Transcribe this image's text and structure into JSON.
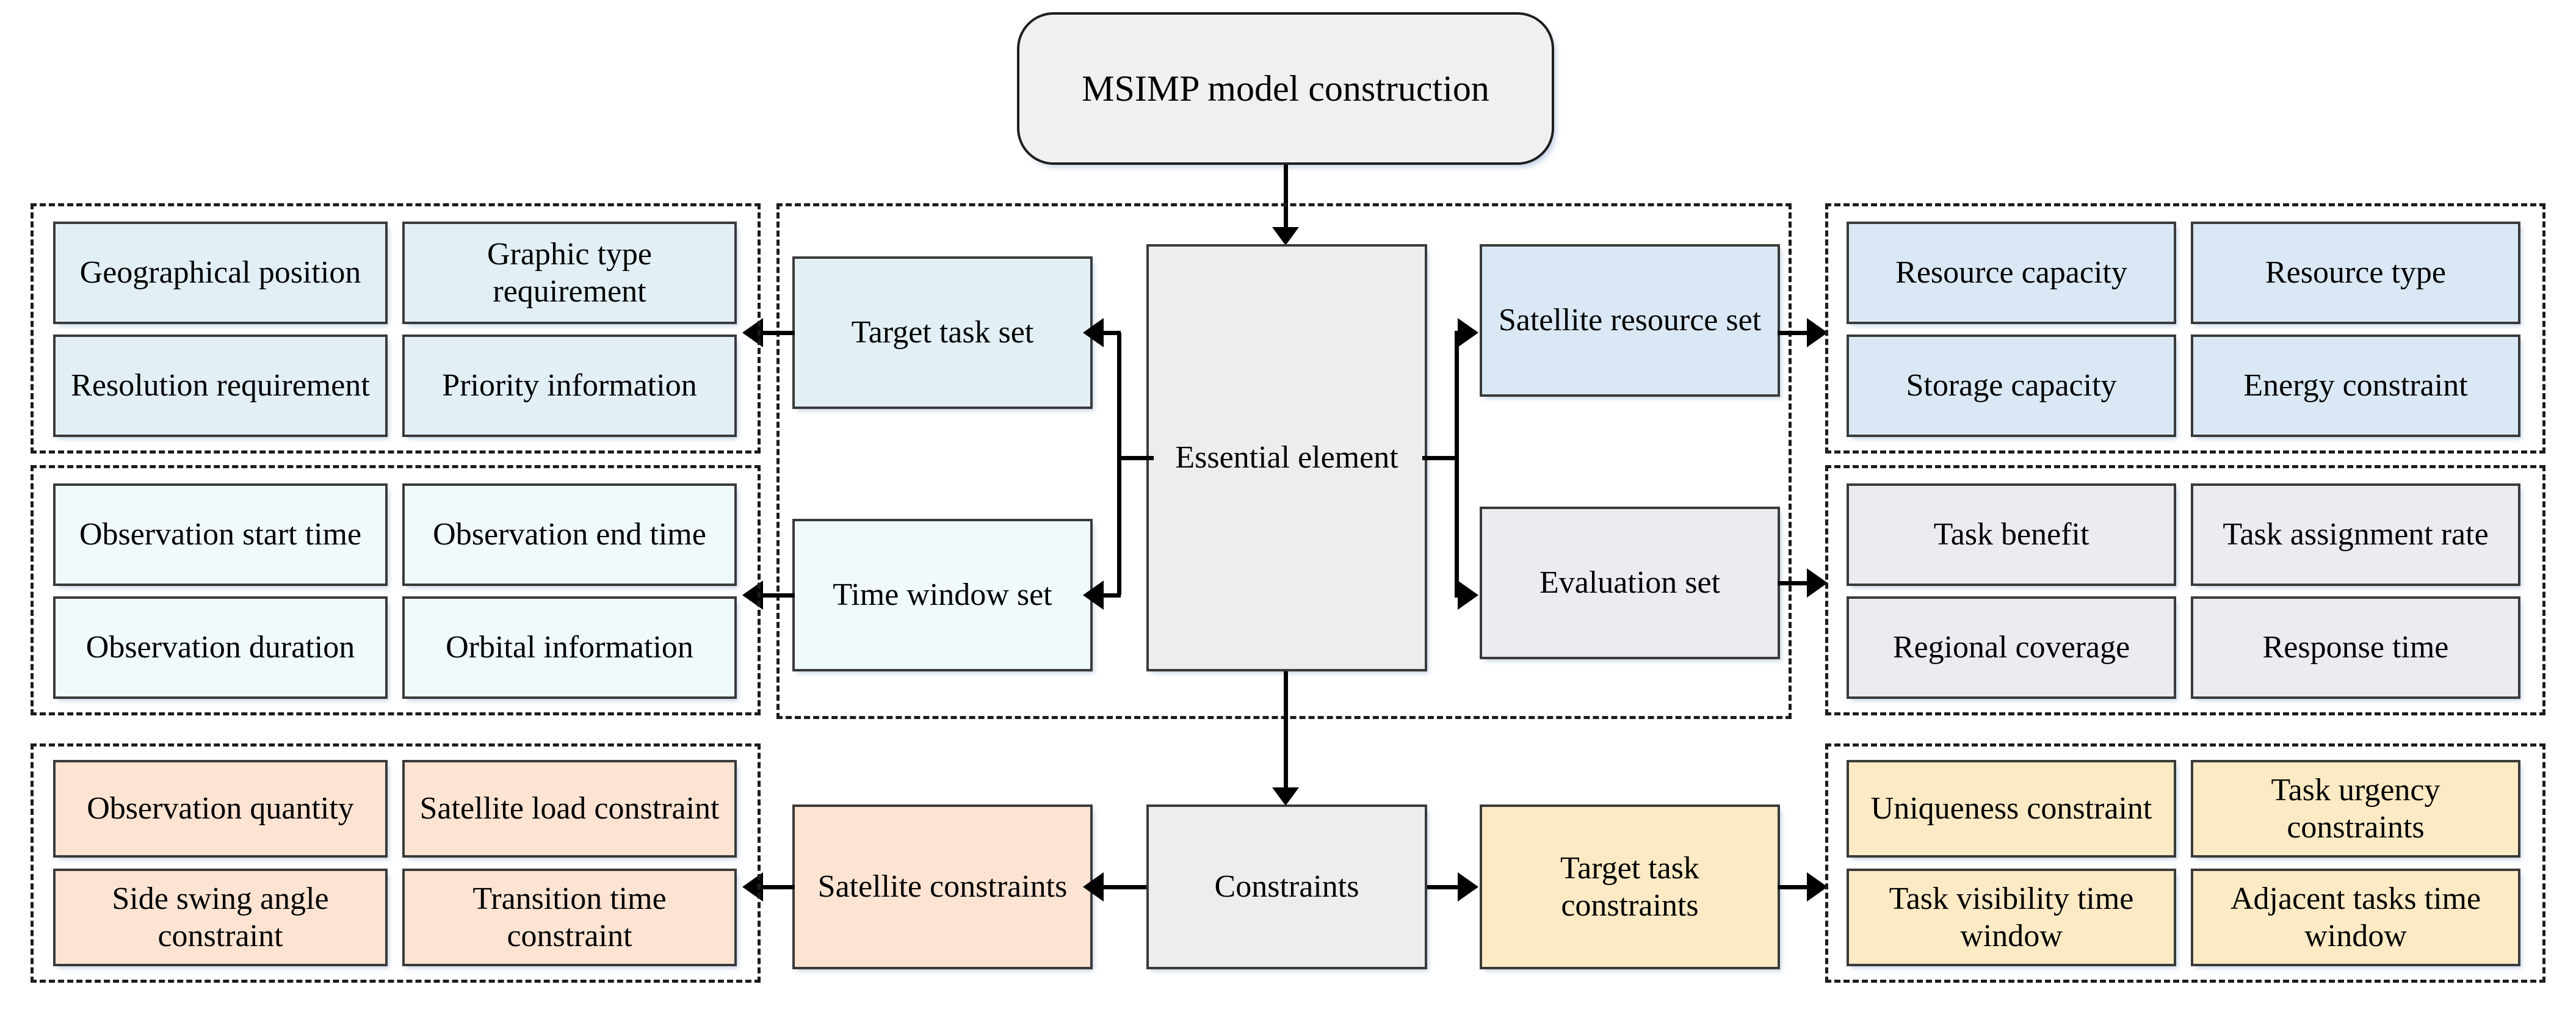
{
  "diagram": {
    "title": "MSIMP model construction",
    "center": {
      "essential_element": "Essential element",
      "constraints": "Constraints",
      "target_task_set": "Target task set",
      "time_window_set": "Time window set",
      "satellite_resource_set": "Satellite resource set",
      "evaluation_set": "Evaluation set",
      "satellite_constraints": "Satellite constraints",
      "target_task_constraints": "Target task constraints"
    },
    "groups": {
      "target_task_attributes": {
        "items": [
          "Geographical position",
          "Graphic type requirement",
          "Resolution requirement",
          "Priority information"
        ]
      },
      "time_window_attributes": {
        "items": [
          "Observation start time",
          "Observation end time",
          "Observation duration",
          "Orbital information"
        ]
      },
      "satellite_constraint_attributes": {
        "items": [
          "Observation quantity",
          "Satellite load constraint",
          "Side swing angle constraint",
          "Transition time constraint"
        ]
      },
      "satellite_resource_attributes": {
        "items": [
          "Resource capacity",
          "Resource type",
          "Storage capacity",
          "Energy constraint"
        ]
      },
      "evaluation_attributes": {
        "items": [
          "Task benefit",
          "Task assignment rate",
          "Regional coverage",
          "Response time"
        ]
      },
      "target_task_constraint_attributes": {
        "items": [
          "Uniqueness constraint",
          "Task urgency constraints",
          "Task visibility time window",
          "Adjacent tasks time window"
        ]
      }
    },
    "colors": {
      "blue": "#dae8f5",
      "pale_blue": "#e2eff5",
      "ice_blue": "#f0f9fb",
      "peach": "#fde3d2",
      "cream": "#fbeac4",
      "lavender": "#edeaf0",
      "gray": "#ededed",
      "outline": "#3a3a3a",
      "dashed_outline": "#1c1c1c"
    }
  }
}
